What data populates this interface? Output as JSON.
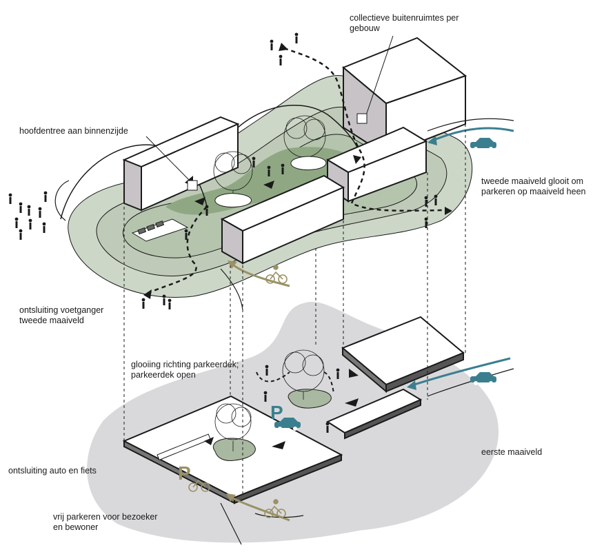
{
  "labels": {
    "collectieve": [
      "collectieve buitenruimtes per",
      "gebouw"
    ],
    "hoofdentree": [
      "hoofdentree aan binnenzijde"
    ],
    "tweede_maaiveld_glooit": [
      "tweede maaiveld glooit om",
      "parkeren op maaiveld heen"
    ],
    "ontsluiting_voetganger": [
      "ontsluiting voetganger",
      "tweede maaiveld"
    ],
    "glooiing": [
      "glooiing richting parkeerdek;",
      "parkeerdek open"
    ],
    "eerste_maaiveld": [
      "eerste maaiveld"
    ],
    "ontsluiting_auto": [
      "ontsluiting auto en fiets"
    ],
    "vrij_parkeren": [
      "vrij parkeren voor bezoeker",
      "en bewoner"
    ]
  },
  "symbols": {
    "parking_upper": "P",
    "parking_lower": "P"
  },
  "icons": [
    "car-icon",
    "bicycle-icon",
    "pedestrian-icon",
    "tree-icon",
    "arrow-icon"
  ],
  "colors": {
    "green_light": "#cdd7c8",
    "green_mid": "#b5c4ad",
    "green_dark": "#8fa883",
    "grey_ground": "#d9d9db",
    "teal": "#3b7f8f",
    "olive": "#9a9166",
    "building_side": "#c7c3c6",
    "line": "#1a1a1a"
  }
}
